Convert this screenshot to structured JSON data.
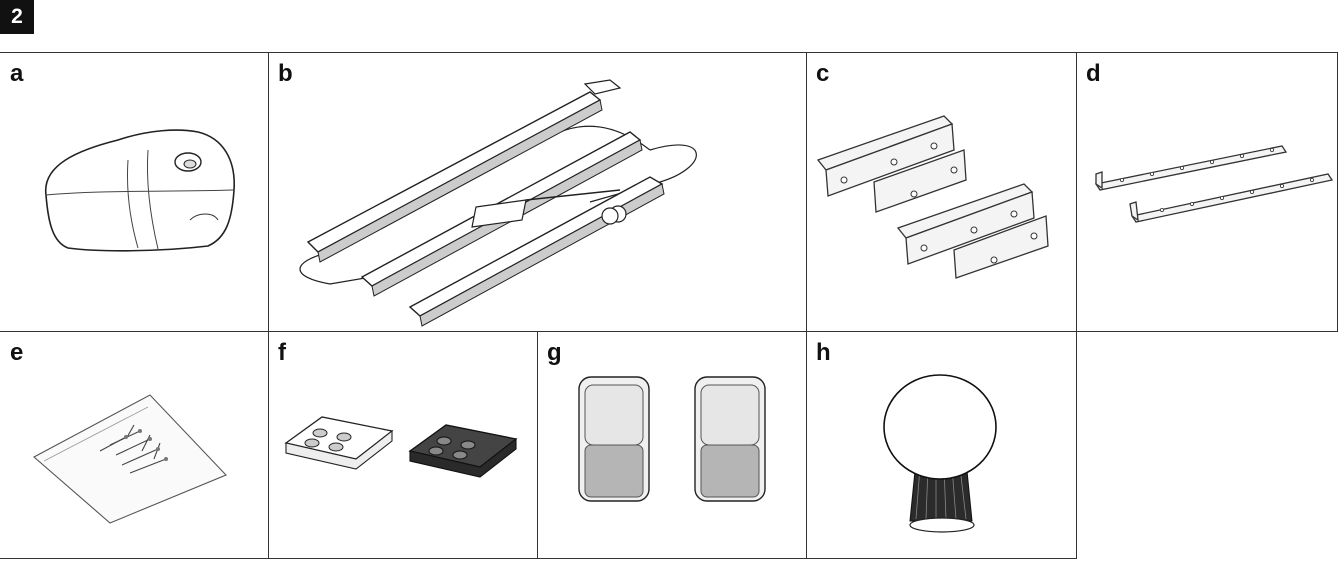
{
  "figure": {
    "number": "2"
  },
  "panels": [
    {
      "label": "a",
      "icon": "motor-unit-icon"
    },
    {
      "label": "b",
      "icon": "rail-set-icon"
    },
    {
      "label": "c",
      "icon": "ceiling-bracket-icon"
    },
    {
      "label": "d",
      "icon": "flat-bracket-icon"
    },
    {
      "label": "e",
      "icon": "screw-bag-icon"
    },
    {
      "label": "f",
      "icon": "transmitter-icon"
    },
    {
      "label": "g",
      "icon": "photocell-icon"
    },
    {
      "label": "h",
      "icon": "flashing-light-icon"
    }
  ]
}
